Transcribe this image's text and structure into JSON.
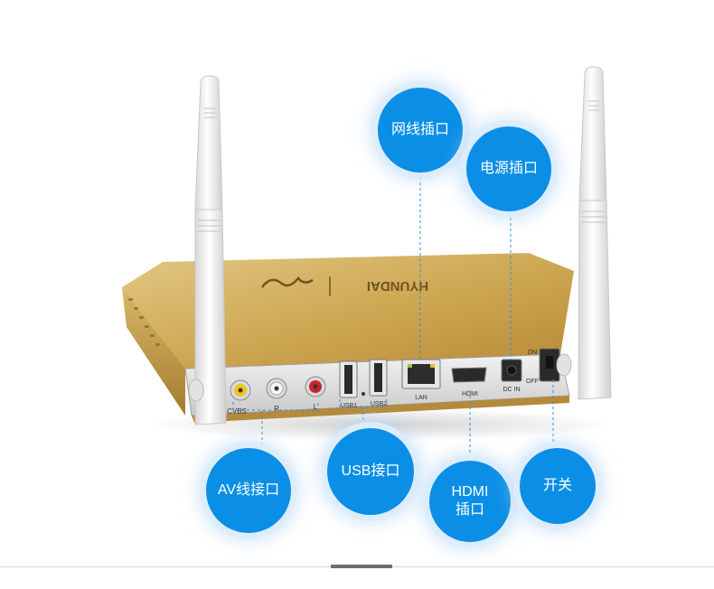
{
  "image": {
    "device": {
      "brand_text": "HYUNDAI",
      "port_labels": {
        "cvbs": "CVBS",
        "r": "R",
        "l": "L",
        "usb1": "USB1",
        "usb2": "USB2",
        "lan": "LAN",
        "hdmi": "HDMI",
        "dc_in": "DC IN",
        "on": "ON",
        "off": "OFF"
      }
    },
    "callouts": {
      "lan": "网线插口",
      "power": "电源插口",
      "av": "AV线接口",
      "usb": "USB接口",
      "hdmi": "HDMI\n插口",
      "switch": "开关"
    },
    "colors": {
      "callout_blue": "#0b8fe6",
      "leader_line": "#2b8fe0",
      "gold_body": "#cba24c",
      "antenna": "#f4f4f4"
    }
  }
}
